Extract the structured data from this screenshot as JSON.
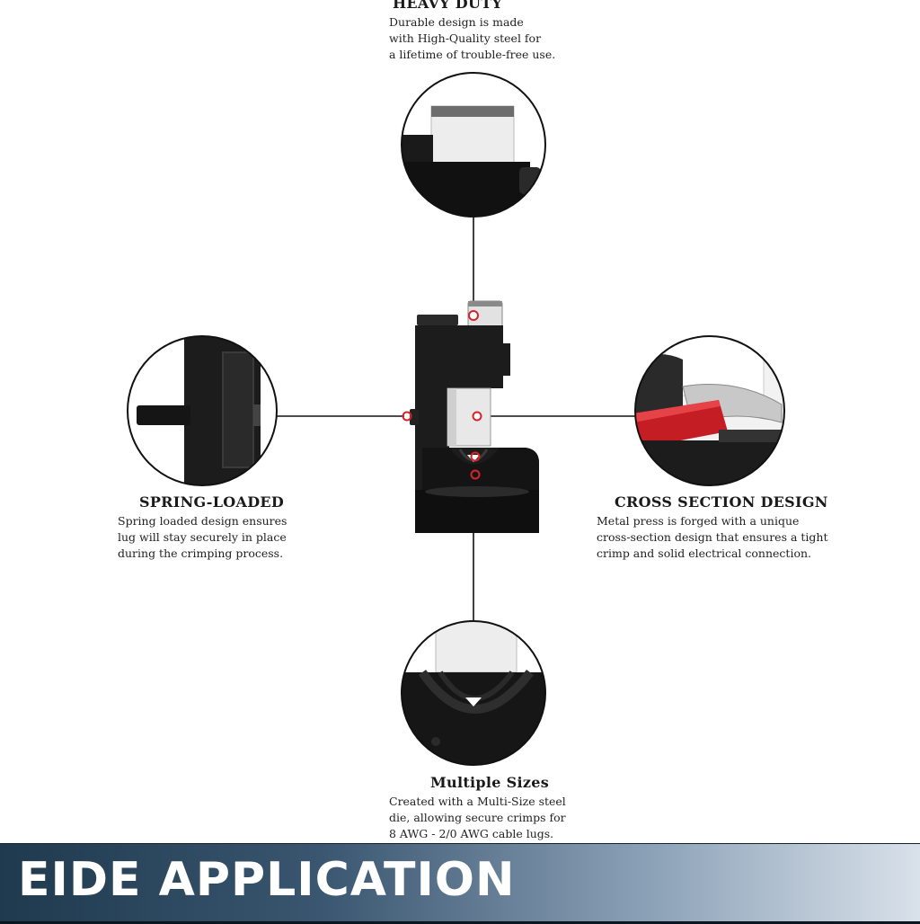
{
  "features": {
    "heavy_duty": {
      "title": "HEAVY DUTY",
      "lines": [
        "Durable design is made",
        "with High-Quality steel for",
        "a lifetime of trouble-free use."
      ]
    },
    "spring_loaded": {
      "title": "SPRING-LOADED",
      "lines": [
        "Spring loaded design ensures",
        "lug will stay securely in place",
        "during the crimping process."
      ]
    },
    "cross_section": {
      "title": "CROSS SECTION DESIGN",
      "lines": [
        "Metal press is forged with a unique",
        "cross-section design that ensures a tight",
        "crimp and solid electrical connection."
      ]
    },
    "multiple_sizes": {
      "title": "Multiple Sizes",
      "lines": [
        "Created with a Multi-Size steel",
        "die, allowing secure crimps for",
        "8 AWG - 2/0 AWG cable lugs."
      ]
    }
  },
  "banner": {
    "title": "EIDE APPLICATION"
  },
  "colors": {
    "accent_red": "#d8232a",
    "tool_black": "#1c1c1c",
    "steel": "#e6e6e6",
    "banner_dark": "#1f3a4e",
    "banner_light": "#d9e1ea"
  }
}
